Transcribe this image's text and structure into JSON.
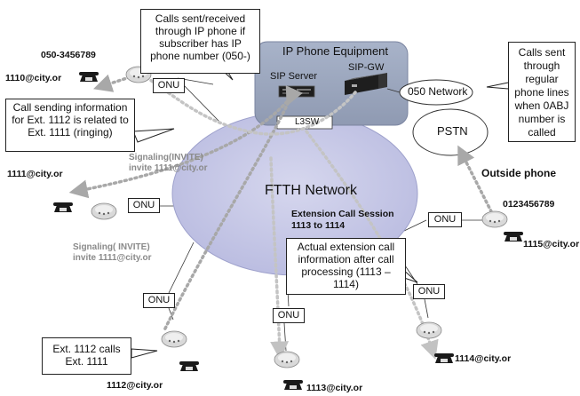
{
  "colors": {
    "ipBox": "#9aa6bd",
    "cloud": "#c7c9e6",
    "signal": "#a8a8a8",
    "session": "#c6c6c6"
  },
  "network": {
    "ip_box_title": "IP Phone Equipment",
    "sip_server": "SIP Server",
    "sip_gw": "SIP-GW",
    "l3sw": "L3SW",
    "ftth": "FTTH Network",
    "net050": "050 Network",
    "pstn": "PSTN",
    "outside_phone": "Outside phone"
  },
  "onu_label": "ONU",
  "callouts": {
    "ip_route": "Calls sent/received through IP phone if subscriber has IP phone number (050-)",
    "ringing": "Call sending information for Ext. 1112 is related to Ext. 1111 (ringing)",
    "regular": "Calls sent through regular phone lines when 0ABJ number is called",
    "actual": "Actual extension call information after call processing (1113 – 1114)",
    "ext_calls": "Ext. 1112 calls Ext. 1111"
  },
  "labels": {
    "num_050": "050-3456789",
    "addr_1110": "1110@city.or",
    "addr_1111": "1111@city.or",
    "addr_1112": "1112@city.or",
    "addr_1113": "1113@city.or",
    "addr_1114": "1114@city.or",
    "addr_1115": "1115@city.or",
    "num_0123": "0123456789",
    "signal_1_line1": "Signaling(INVITE)",
    "signal_1_line2": "invite 1111@city.or",
    "signal_2_line1": "Signaling( INVITE)",
    "signal_2_line2": "invite 1111@city.or",
    "session_line1": "Extension Call Session",
    "session_line2": "1113 to 1114"
  },
  "icons": [
    "phone-icon",
    "terminal-adapter-icon",
    "server-icon",
    "gateway-icon"
  ]
}
